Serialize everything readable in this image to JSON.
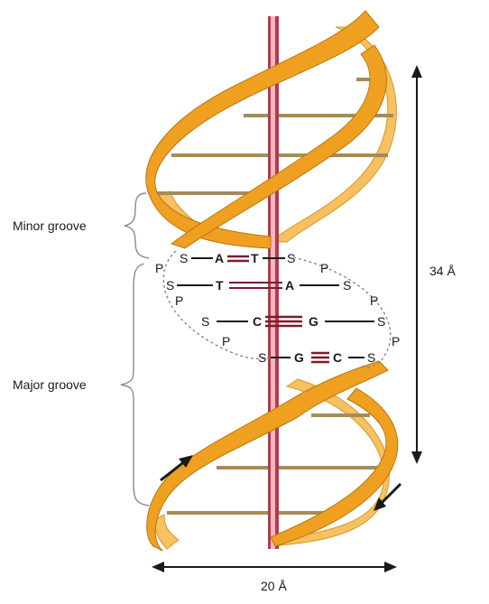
{
  "labels": {
    "minor_groove": "Minor groove",
    "major_groove": "Major groove",
    "pitch": "34 Å",
    "width": "20 Å"
  },
  "base_pairs": [
    {
      "left": "A",
      "right": "T"
    },
    {
      "left": "T",
      "right": "A"
    },
    {
      "left": "C",
      "right": "G"
    },
    {
      "left": "G",
      "right": "C"
    }
  ],
  "backbone_letters": {
    "sugar": "S",
    "phosphate": "P"
  },
  "colors": {
    "strand_front": "#f0a020",
    "strand_back": "#f7c060",
    "axis_rod": "#b43a4e",
    "rung": "#a68a5a",
    "bond": "#7a1c2c",
    "ink": "#1a1a1a"
  }
}
